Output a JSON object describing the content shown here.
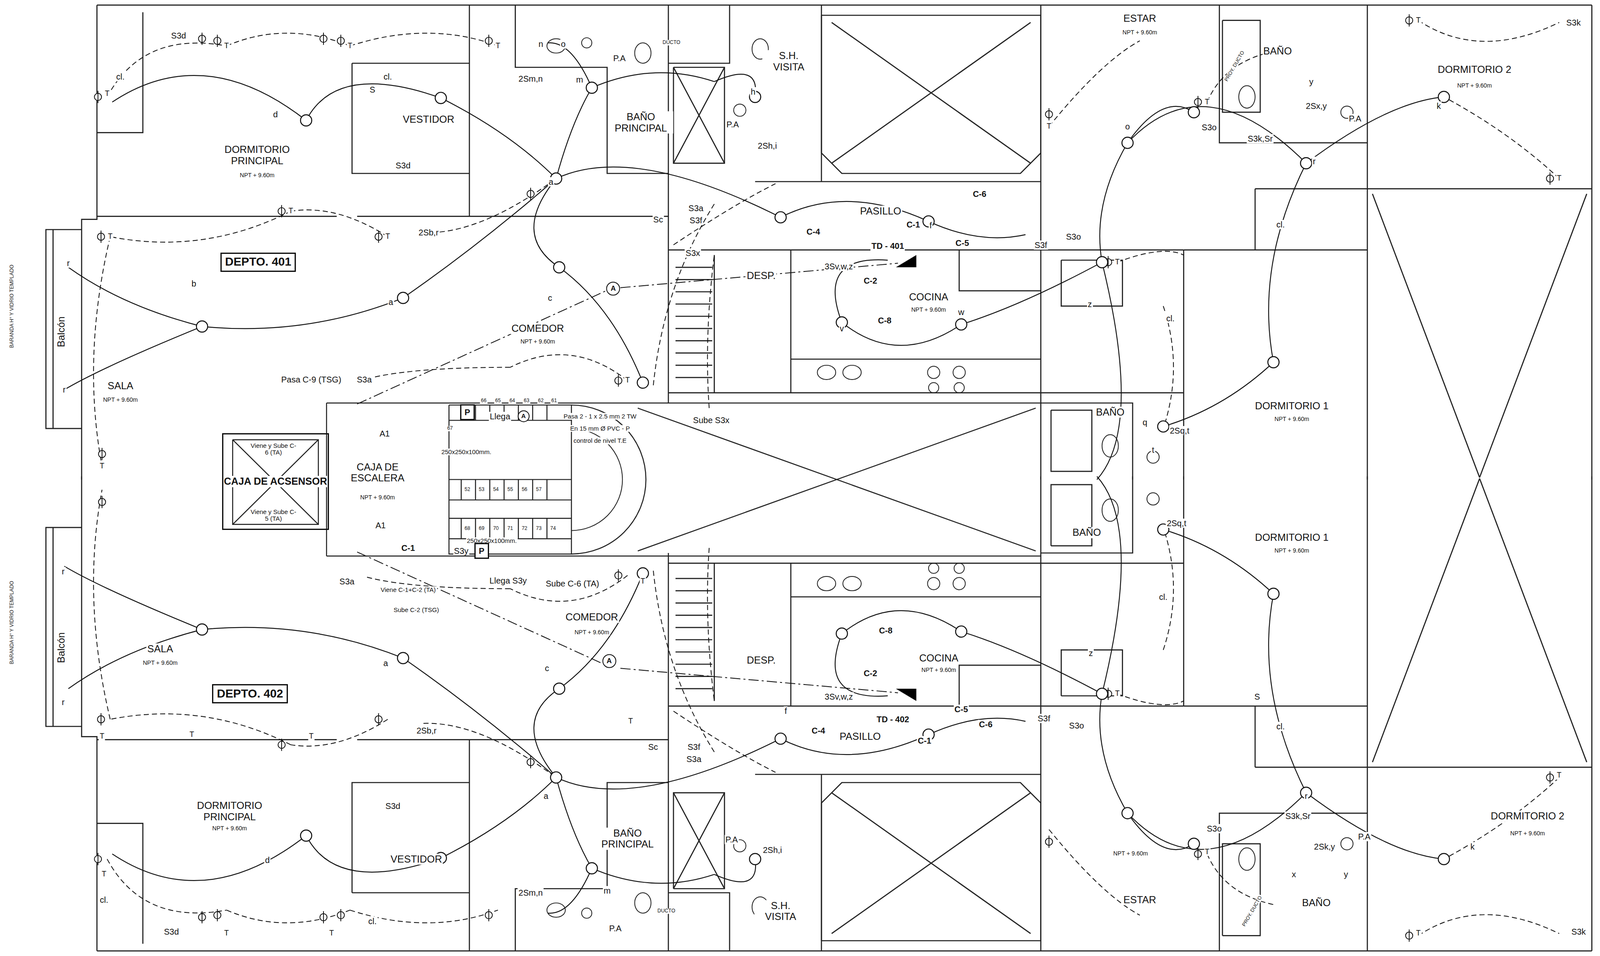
{
  "diagram": {
    "nodes": [
      {
        "text": [
          "DEPTO. 401"
        ]
      },
      {
        "text": [
          "DEPTO. 402"
        ]
      },
      {
        "text": [
          "CAJA DE ACSENSOR"
        ]
      },
      {
        "text": [
          "P"
        ]
      },
      {
        "text": [
          "P"
        ]
      },
      {
        "text": [
          "A"
        ]
      },
      {
        "text": [
          "A"
        ]
      },
      {
        "text": [
          "A"
        ]
      }
    ],
    "labels": [
      "S3d",
      "cl.",
      "cl.",
      "T",
      "T",
      "T",
      "S",
      "d",
      "VESTIDOR",
      "DORMITORIO PRINCIPAL",
      "NPT + 9.60m",
      "S3d",
      "2Sm,n",
      "n",
      "o",
      "m",
      "P.A",
      "T",
      "DUCTO",
      "S.H. VISITA",
      "BAÑO PRINCIPAL",
      "h",
      "P.A",
      "2Sh,i",
      "ESTAR",
      "NPT + 9.60m",
      "PROY. DUCTO",
      "BAÑO",
      "DORMITORIO 2",
      "NPT + 9.60m",
      "S3k",
      "T",
      "k",
      "y",
      "2Sx,y",
      "P.A",
      "S3k,Sr",
      "S3o",
      "T",
      "o",
      "r",
      "T",
      "a",
      "2Sb,r",
      "T",
      "T",
      "T",
      "r",
      "b",
      "a",
      "Balcón",
      "SALA",
      "NPT + 9.60m",
      "r",
      "T",
      "Pasa C-9 (TSG)",
      "S3a",
      "c",
      "COMEDOR",
      "NPT + 9.60m",
      "T",
      "S3a",
      "S3f",
      "Sc",
      "S3x",
      "PASILLO",
      "C-4",
      "C-1",
      "f",
      "C-6",
      "TD - 401",
      "C-5",
      "3Sv,w,z",
      "C-2",
      "DESP.",
      "COCINA",
      "NPT + 9.60m",
      "C-8",
      "v",
      "w",
      "S3f",
      "S3o",
      "z",
      "cl.",
      "Sube S3x",
      "BAÑO",
      "DORMITORIO 1",
      "NPT + 9.60m",
      "2Sq,t",
      "q",
      "t",
      "cl.",
      "Llega",
      "Pasa 2 - 1 x 2.5 mm 2 TW",
      "En 15 mm Ø PVC - P",
      "control de nivel T.E",
      "250x250x100mm.",
      "CAJA DE ESCALERA",
      "NPT + 9.60m",
      "Viene y Sube C-6 (TA)",
      "Viene y Sube C-5 (TA)",
      "A1",
      "A1",
      "250x250x100mm.",
      "C-1",
      "S3y",
      "Llega S3y",
      "Sube C-6 (TA)",
      "Viene C-1+C-2 (TA)",
      "Sube C-2 (TSG)",
      "S3a",
      "BARANDA H° Y VIDRIO TEMPLADO",
      "BARANDA H° Y VIDRIO TEMPLADO",
      "BAÑO",
      "DORMITORIO 1",
      "NPT + 9.60m",
      "2Sq,t",
      "cl.",
      "COMEDOR",
      "NPT + 9.60m",
      "DESP.",
      "C-8",
      "COCINA",
      "NPT + 9.60m",
      "C-2",
      "3Sv,w,z",
      "TD - 402",
      "C-5",
      "C-6",
      "C-4",
      "PASILLO",
      "C-1",
      "f",
      "S3f",
      "S3o",
      "z",
      "c",
      "SALA",
      "NPT + 9.60m",
      "Balcón",
      "a",
      "2Sb,r",
      "Sc",
      "S3f",
      "S3a",
      "DORMITORIO PRINCIPAL",
      "NPT + 9.60m",
      "S3d",
      "a",
      "VESTIDOR",
      "d",
      "BAÑO PRINCIPAL",
      "2Sh,i",
      "P.A",
      "2Sm,n",
      "m",
      "S.H. VISITA",
      "P.A",
      "DUCTO",
      "cl.",
      "cl.",
      "S3d",
      "ESTAR",
      "NPT + 9.60m",
      "S3o",
      "S3k,Sr",
      "2Sk,y",
      "P.A",
      "x",
      "y",
      "r",
      "k",
      "DORMITORIO 2",
      "NPT + 9.60m",
      "S3k",
      "BAÑO",
      "PROY. DUCTO",
      "S",
      "cl.",
      "r",
      "r",
      "T",
      "T",
      "T",
      "T",
      "T",
      "T",
      "T",
      "T",
      "T",
      "T",
      "T",
      "T",
      "T",
      "T",
      "67",
      "66",
      "65",
      "64",
      "63",
      "62",
      "61",
      "52",
      "53",
      "54",
      "55",
      "56",
      "57",
      "68",
      "69",
      "70",
      "71",
      "72",
      "73",
      "74"
    ]
  }
}
